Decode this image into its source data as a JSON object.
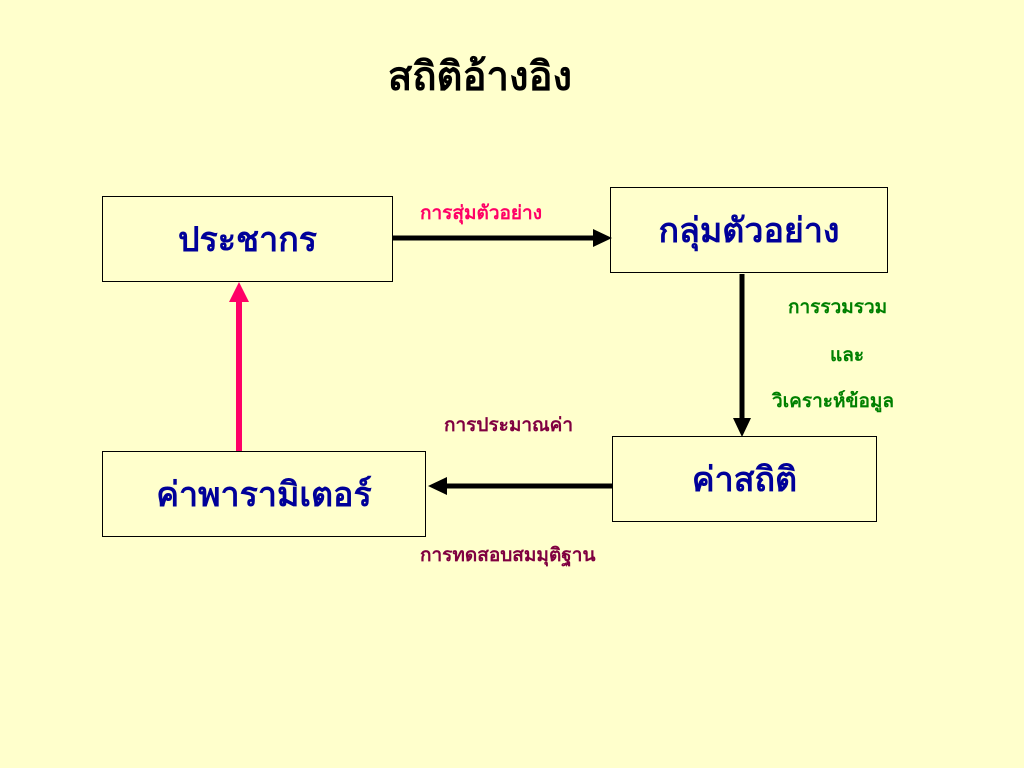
{
  "title": "สถิติอ้างอิง",
  "nodes": {
    "population": "ประชากร",
    "sample": "กลุ่มตัวอย่าง",
    "statistic": "ค่าสถิติ",
    "parameter": "ค่าพารามิเตอร์"
  },
  "edges": {
    "sampling": "การสุ่มตัวอย่าง",
    "collect_line1": "การรวมรวม",
    "collect_line2": "และ",
    "collect_line3": "วิเคราะห์ข้อมูล",
    "estimation": "การประมาณค่า",
    "hypothesis_testing": "การทดสอบสมมุติฐาน"
  },
  "colors": {
    "background": "#ffffcc",
    "node_text": "#000099",
    "sampling_label": "#ff0066",
    "collect_label": "#008000",
    "inference_label": "#800040",
    "feedback_arrow": "#ff0066",
    "arrow": "#000000"
  }
}
